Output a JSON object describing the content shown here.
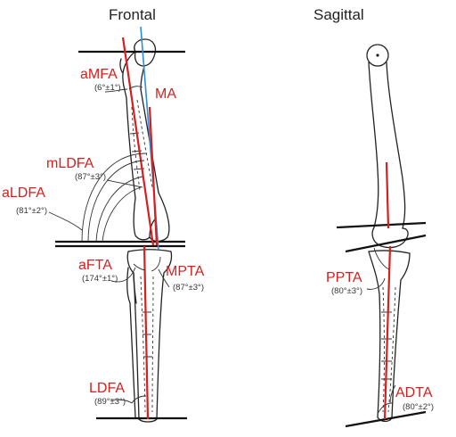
{
  "titles": {
    "frontal": "Frontal",
    "sagittal": "Sagittal"
  },
  "colors": {
    "accent": "#d81e1e",
    "axis_blue": "#2b8fd6",
    "bone_line": "#222222"
  },
  "frontal": {
    "ma": {
      "label": "MA"
    },
    "amfa": {
      "label": "aMFA",
      "value": "(6°±1°)"
    },
    "mldfa": {
      "label": "mLDFA",
      "value": "(87°±3°)"
    },
    "aldfa": {
      "label": "aLDFA",
      "value": "(81°±2°)"
    },
    "afta": {
      "label": "aFTA",
      "value": "(174°±1°)"
    },
    "mpta": {
      "label": "MPTA",
      "value": "(87°±3°)"
    },
    "ldfa": {
      "label": "LDFA",
      "value": "(89°±3°)"
    }
  },
  "sagittal": {
    "ppta": {
      "label": "PPTA",
      "value": "(80°±3°)"
    },
    "adta": {
      "label": "ADTA",
      "value": "(80°±2°)"
    }
  }
}
